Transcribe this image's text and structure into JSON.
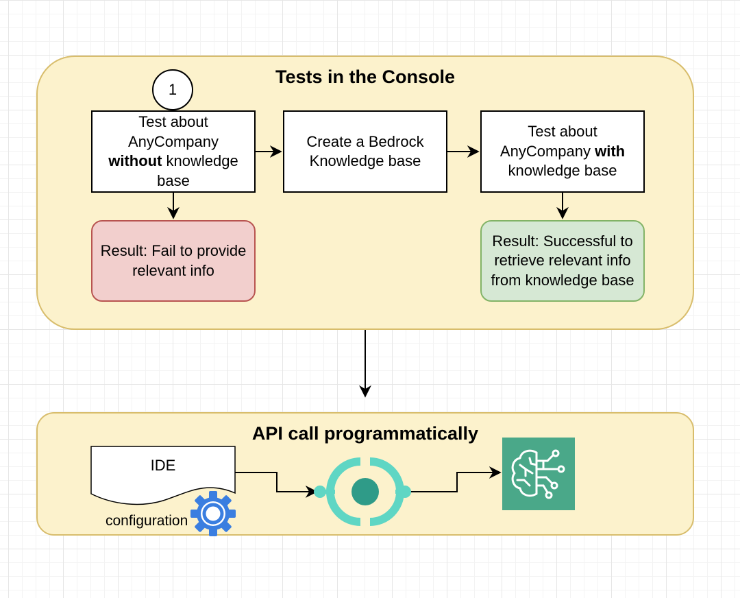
{
  "console_panel": {
    "title": "Tests in the Console",
    "step_number": "1",
    "box_without": {
      "line1": "Test about",
      "line2": "AnyCompany",
      "bold": "without",
      "rest": " knowledge",
      "line4": "base"
    },
    "box_create": {
      "line1": "Create a Bedrock",
      "line2": "Knowledge base"
    },
    "box_with": {
      "line1": "Test about",
      "pre": "AnyCompany ",
      "bold": "with",
      "line3": "knowledge base"
    },
    "result_fail": {
      "line1": "Result: Fail to provide",
      "line2": "relevant info"
    },
    "result_success": {
      "line1": "Result: Successful to",
      "line2": "retrieve relevant info",
      "line3": "from knowledge base"
    }
  },
  "api_panel": {
    "title": "API call programmatically",
    "ide_label": "IDE",
    "config_label": "configuration"
  },
  "icons": {
    "gear": "gear-icon",
    "endpoint": "api-endpoint-icon",
    "bedrock": "bedrock-brain-icon"
  },
  "colors": {
    "panel_fill": "#fcf2cc",
    "panel_border": "#d8bd6c",
    "fail_fill": "#f2cfcd",
    "fail_border": "#b85450",
    "success_fill": "#d6e8d4",
    "success_border": "#82b366",
    "endpoint_teal": "#5fd6c4",
    "bedrock_green": "#4aa889",
    "gear_blue": "#3a7ee0"
  }
}
